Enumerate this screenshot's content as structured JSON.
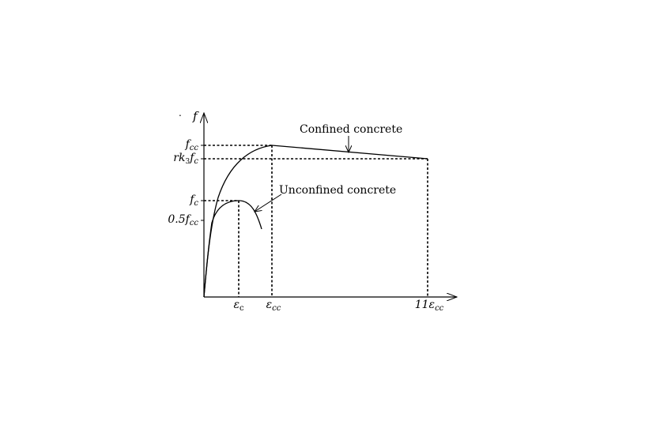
{
  "diagram": {
    "axes": {
      "y_label": "f",
      "y_ticks": [
        {
          "main": "f",
          "sub": "cc",
          "prefix": ""
        },
        {
          "main": "f",
          "sub": "c",
          "prefix": "rk",
          "prefix_sub": "3"
        },
        {
          "main": "f",
          "sub": "c",
          "prefix": ""
        },
        {
          "main": "f",
          "sub": "cc",
          "prefix": "0.5"
        }
      ],
      "x_ticks": [
        {
          "main": "ε",
          "sub": "c",
          "prefix": ""
        },
        {
          "main": "ε",
          "sub": "cc",
          "prefix": ""
        },
        {
          "main": "ε",
          "sub": "cc",
          "prefix": "11"
        }
      ]
    },
    "curves": [
      {
        "name": "Confined concrete"
      },
      {
        "name": "Unconfined concrete"
      }
    ],
    "stray_mark": "."
  }
}
